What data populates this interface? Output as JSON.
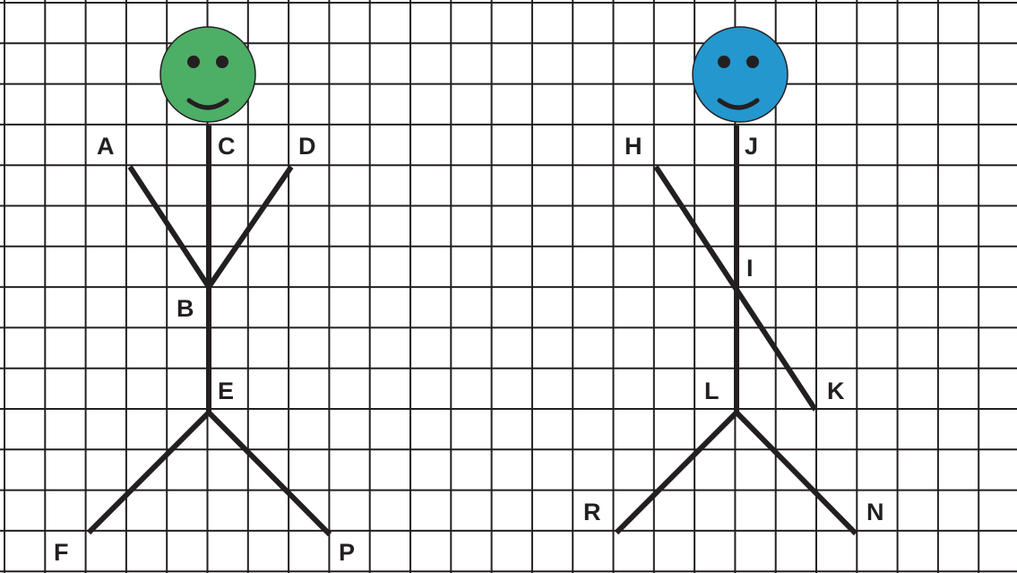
{
  "grid": {
    "color": "#231f20"
  },
  "figures": [
    {
      "id": "green",
      "head_color": "#4dae66",
      "face_color": "#231f20",
      "labels": [
        {
          "key": "A",
          "text": "A"
        },
        {
          "key": "B",
          "text": "B"
        },
        {
          "key": "C",
          "text": "C"
        },
        {
          "key": "D",
          "text": "D"
        },
        {
          "key": "E",
          "text": "E"
        },
        {
          "key": "F",
          "text": "F"
        },
        {
          "key": "P",
          "text": "P"
        }
      ]
    },
    {
      "id": "blue",
      "head_color": "#2397ce",
      "face_color": "#231f20",
      "labels": [
        {
          "key": "H",
          "text": "H"
        },
        {
          "key": "I",
          "text": "I"
        },
        {
          "key": "J",
          "text": "J"
        },
        {
          "key": "K",
          "text": "K"
        },
        {
          "key": "L",
          "text": "L"
        },
        {
          "key": "R",
          "text": "R"
        },
        {
          "key": "N",
          "text": "N"
        }
      ]
    }
  ],
  "line_color": "#231f20"
}
